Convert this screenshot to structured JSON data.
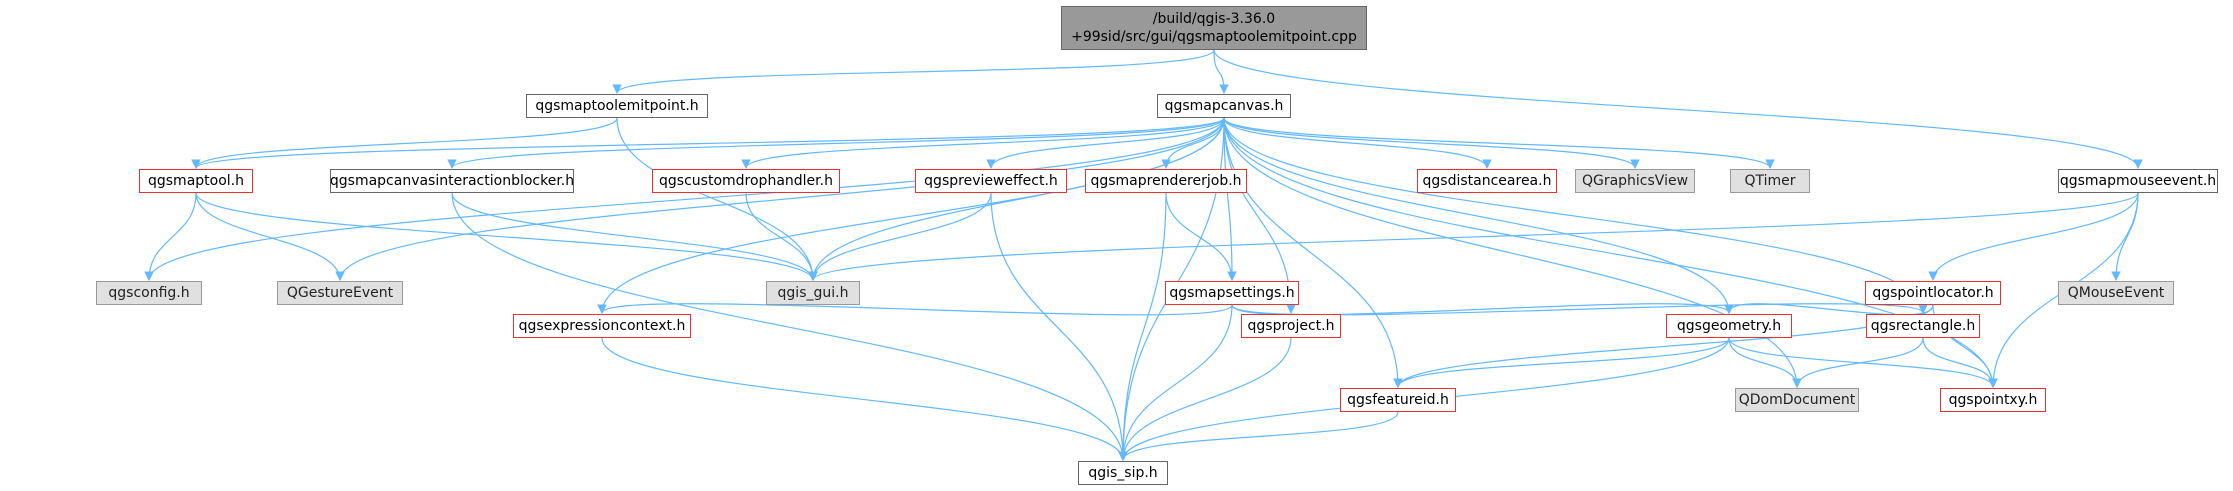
{
  "diagram": {
    "kind": "include-dependency-graph",
    "edge_color": "#63b8ff",
    "node_styles": {
      "root": "#999999",
      "normal_border": "#666666",
      "red_border": "#e8322d",
      "external_fill": "#e0e0e0"
    },
    "nodes": [
      {
        "id": "root",
        "label": "/build/qgis-3.36.0\n+99sid/src/gui/qgsmaptoolemitpoint.cpp",
        "style": "root"
      },
      {
        "id": "maptoolemitpoint",
        "label": "qgsmaptoolemitpoint.h",
        "style": "plain"
      },
      {
        "id": "mapcanvas",
        "label": "qgsmapcanvas.h",
        "style": "plain"
      },
      {
        "id": "mapmouseevent",
        "label": "qgsmapmouseevent.h",
        "style": "plain"
      },
      {
        "id": "maptool",
        "label": "qgsmaptool.h",
        "style": "red"
      },
      {
        "id": "interactionblocker",
        "label": "qgsmapcanvasinteractionblocker.h",
        "style": "plain"
      },
      {
        "id": "customdrophandler",
        "label": "qgscustomdrophandler.h",
        "style": "red"
      },
      {
        "id": "previeweffect",
        "label": "qgspreviewеffect.h",
        "style": "red"
      },
      {
        "id": "maprendererjob",
        "label": "qgsmaprendererjob.h",
        "style": "red"
      },
      {
        "id": "distancearea",
        "label": "qgsdistancearea.h",
        "style": "red"
      },
      {
        "id": "qgraphicsview",
        "label": "QGraphicsView",
        "style": "ext"
      },
      {
        "id": "qtimer",
        "label": "QTimer",
        "style": "ext"
      },
      {
        "id": "qgsconfig",
        "label": "qgsconfig.h",
        "style": "ext"
      },
      {
        "id": "qgestureevent",
        "label": "QGestureEvent",
        "style": "ext"
      },
      {
        "id": "qgis_gui",
        "label": "qgis_gui.h",
        "style": "ext"
      },
      {
        "id": "mapsettings",
        "label": "qgsmapsettings.h",
        "style": "red"
      },
      {
        "id": "pointlocator",
        "label": "qgspointlocator.h",
        "style": "red"
      },
      {
        "id": "qmouseevent",
        "label": "QMouseEvent",
        "style": "ext"
      },
      {
        "id": "expressioncontext",
        "label": "qgsexpressioncontext.h",
        "style": "red"
      },
      {
        "id": "project",
        "label": "qgsproject.h",
        "style": "red"
      },
      {
        "id": "geometry",
        "label": "qgsgeometry.h",
        "style": "red"
      },
      {
        "id": "rectangle",
        "label": "qgsrectangle.h",
        "style": "red"
      },
      {
        "id": "featureid",
        "label": "qgsfeatureid.h",
        "style": "red"
      },
      {
        "id": "qdomdocument",
        "label": "QDomDocument",
        "style": "ext"
      },
      {
        "id": "pointxy",
        "label": "qgspointxy.h",
        "style": "red"
      },
      {
        "id": "qgis_sip",
        "label": "qgis_sip.h",
        "style": "plain"
      }
    ],
    "edges": [
      [
        "root",
        "maptoolemitpoint"
      ],
      [
        "root",
        "mapcanvas"
      ],
      [
        "root",
        "mapmouseevent"
      ],
      [
        "maptoolemitpoint",
        "maptool"
      ],
      [
        "maptoolemitpoint",
        "qgis_gui"
      ],
      [
        "mapcanvas",
        "qgsconfig"
      ],
      [
        "mapcanvas",
        "maptool"
      ],
      [
        "mapcanvas",
        "qgestureevent"
      ],
      [
        "mapcanvas",
        "interactionblocker"
      ],
      [
        "mapcanvas",
        "customdrophandler"
      ],
      [
        "mapcanvas",
        "previeweffect"
      ],
      [
        "mapcanvas",
        "maprendererjob"
      ],
      [
        "mapcanvas",
        "distancearea"
      ],
      [
        "mapcanvas",
        "qgraphicsview"
      ],
      [
        "mapcanvas",
        "qtimer"
      ],
      [
        "mapcanvas",
        "qgis_gui"
      ],
      [
        "mapcanvas",
        "mapsettings"
      ],
      [
        "mapcanvas",
        "expressioncontext"
      ],
      [
        "mapcanvas",
        "project"
      ],
      [
        "mapcanvas",
        "geometry"
      ],
      [
        "mapcanvas",
        "rectangle"
      ],
      [
        "mapcanvas",
        "featureid"
      ],
      [
        "mapcanvas",
        "qdomdocument"
      ],
      [
        "mapcanvas",
        "pointxy"
      ],
      [
        "mapcanvas",
        "qgis_sip"
      ],
      [
        "maptool",
        "qgsconfig"
      ],
      [
        "maptool",
        "qgestureevent"
      ],
      [
        "maptool",
        "qgis_gui"
      ],
      [
        "interactionblocker",
        "qgis_gui"
      ],
      [
        "interactionblocker",
        "qgis_sip"
      ],
      [
        "customdrophandler",
        "qgis_gui"
      ],
      [
        "previeweffect",
        "qgis_gui"
      ],
      [
        "previeweffect",
        "qgis_sip"
      ],
      [
        "maprendererjob",
        "mapsettings"
      ],
      [
        "maprendererjob",
        "qgis_sip"
      ],
      [
        "mapsettings",
        "expressioncontext"
      ],
      [
        "mapsettings",
        "geometry"
      ],
      [
        "mapsettings",
        "rectangle"
      ],
      [
        "mapsettings",
        "qgis_sip"
      ],
      [
        "mapmouseevent",
        "qgis_gui"
      ],
      [
        "mapmouseevent",
        "pointlocator"
      ],
      [
        "mapmouseevent",
        "qmouseevent"
      ],
      [
        "mapmouseevent",
        "pointxy"
      ],
      [
        "pointlocator",
        "geometry"
      ],
      [
        "pointlocator",
        "featureid"
      ],
      [
        "pointlocator",
        "pointxy"
      ],
      [
        "expressioncontext",
        "qgis_sip"
      ],
      [
        "project",
        "qgis_sip"
      ],
      [
        "geometry",
        "featureid"
      ],
      [
        "geometry",
        "qdomdocument"
      ],
      [
        "geometry",
        "pointxy"
      ],
      [
        "geometry",
        "qgis_sip"
      ],
      [
        "rectangle",
        "qdomdocument"
      ],
      [
        "rectangle",
        "pointxy"
      ],
      [
        "featureid",
        "qgis_sip"
      ]
    ]
  }
}
